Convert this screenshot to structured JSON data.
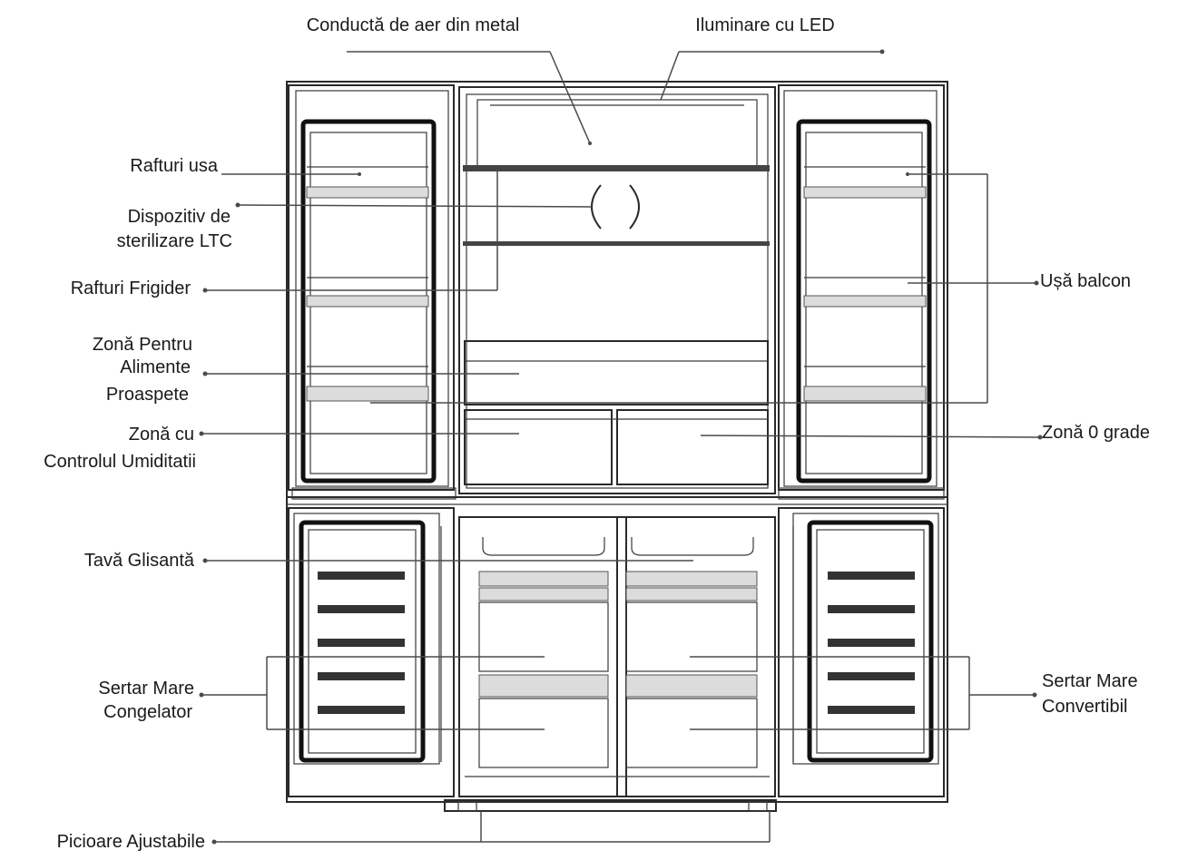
{
  "labels": {
    "air_duct": "Conductă de aer din metal",
    "led": "Iluminare cu LED",
    "door_shelves": "Rafturi usa",
    "sterilizer_line1": "Dispozitiv de",
    "sterilizer_line2": "sterilizare LTC",
    "fridge_shelves": "Rafturi Frigider",
    "fresh_zone_line1": "Zonă Pentru",
    "fresh_zone_line2": "Alimente",
    "fresh_zone_line3": "Proaspete",
    "humidity_line1": "Zonă cu",
    "humidity_line2": "Controlul Umiditatii",
    "sliding_tray": "Tavă Glisantă",
    "freezer_drawer_line1": "Sertar Mare",
    "freezer_drawer_line2": "Congelator",
    "adjustable_feet": "Picioare Ajustabile",
    "balcony_door": "Ușă balcon",
    "zero_zone": "Zonă 0 grade",
    "convertible_line1": "Sertar Mare",
    "convertible_line2": "Convertibil"
  }
}
